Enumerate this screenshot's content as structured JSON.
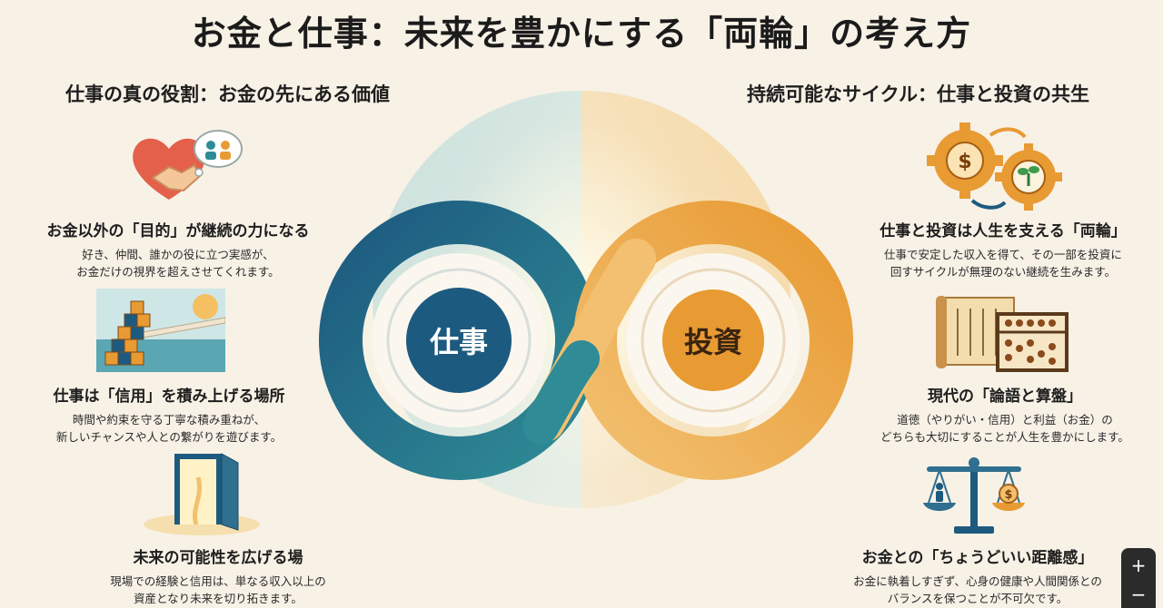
{
  "title": "お金と仕事：未来を豊かにする「両輪」の考え方",
  "left": {
    "heading": "仕事の真の役割：お金の先にある価値",
    "items": [
      {
        "icon": "heart-handshake-icon",
        "title": "お金以外の「目的」が継続の力になる",
        "desc": "好き、仲間、誰かの役に立つ実感が、\nお金だけの視界を超えさせてくれます。"
      },
      {
        "icon": "blocks-bridge-icon",
        "title": "仕事は「信用」を積み上げる場所",
        "desc": "時間や約束を守る丁寧な積み重ねが、\n新しいチャンスや人との繋がりを遊びます。"
      },
      {
        "icon": "open-door-icon",
        "title": "未来の可能性を広げる場",
        "desc": "現場での経験と信用は、単なる収入以上の\n資産となり未来を切り拓きます。"
      }
    ]
  },
  "right": {
    "heading": "持続可能なサイクル：仕事と投資の共生",
    "items": [
      {
        "icon": "gears-cycle-icon",
        "title": "仕事と投資は人生を支える「両輪」",
        "desc": "仕事で安定した収入を得て、その一部を投資に\n回すサイクルが無理のない継続を生みます。"
      },
      {
        "icon": "scroll-abacus-icon",
        "title": "現代の「論語と算盤」",
        "desc": "道徳（やりがい・信用）と利益（お金）の\nどちらも大切にすることが人生を豊かにします。"
      },
      {
        "icon": "balance-scale-icon",
        "title": "お金との「ちょうどいい距離感」",
        "desc": "お金に執着しすぎず、心身の健康や人間関係との\nバランスを保つことが不可欠です。"
      }
    ]
  },
  "center": {
    "left_label": "仕事",
    "right_label": "投資",
    "colors": {
      "work": "#1d5a80",
      "work_light": "#2f8b95",
      "invest": "#e89a33",
      "invest_light": "#f2c070"
    }
  },
  "zoom": {
    "plus": "+",
    "minus": "−"
  }
}
